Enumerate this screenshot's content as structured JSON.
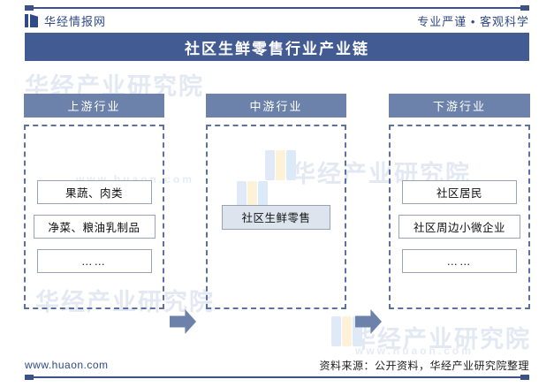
{
  "header": {
    "brand_name": "华经情报网",
    "brand_icon": "book-logo-icon",
    "slogan": "专业严谨 • 客观科学",
    "title": "社区生鲜零售行业产业链"
  },
  "colors": {
    "title_bar": "#435b93",
    "column_header": "#6d82ab",
    "dashed_border": "#5c71a0",
    "arrow": "#6d82ab",
    "brand_blue": "#2f4a86",
    "hub_fill": "#dde4ee",
    "item_border": "#97a3b8",
    "rule": "#3c5186"
  },
  "chain": {
    "columns": [
      {
        "id": "upstream",
        "header": "上游行业",
        "items": [
          {
            "label": "果蔬、肉类"
          },
          {
            "label": "净菜、粮油乳制品"
          },
          {
            "label": "……"
          }
        ]
      },
      {
        "id": "midstream",
        "header": "中游行业",
        "items": [
          {
            "label": "社区生鲜零售"
          }
        ]
      },
      {
        "id": "downstream",
        "header": "下游行业",
        "items": [
          {
            "label": "社区居民"
          },
          {
            "label": "社区周边小微企业"
          },
          {
            "label": "……"
          }
        ]
      }
    ],
    "arrows": [
      {
        "id": "arrow-upstream-to-midstream",
        "icon": "arrow-right-icon"
      },
      {
        "id": "arrow-midstream-to-downstream",
        "icon": "arrow-right-icon"
      }
    ]
  },
  "watermark": {
    "text": "华经产业研究院",
    "url": "www.huaon.com"
  },
  "footer": {
    "url": "www.huaon.com",
    "source": "资料来源：公开资料，华经产业研究院整理"
  }
}
